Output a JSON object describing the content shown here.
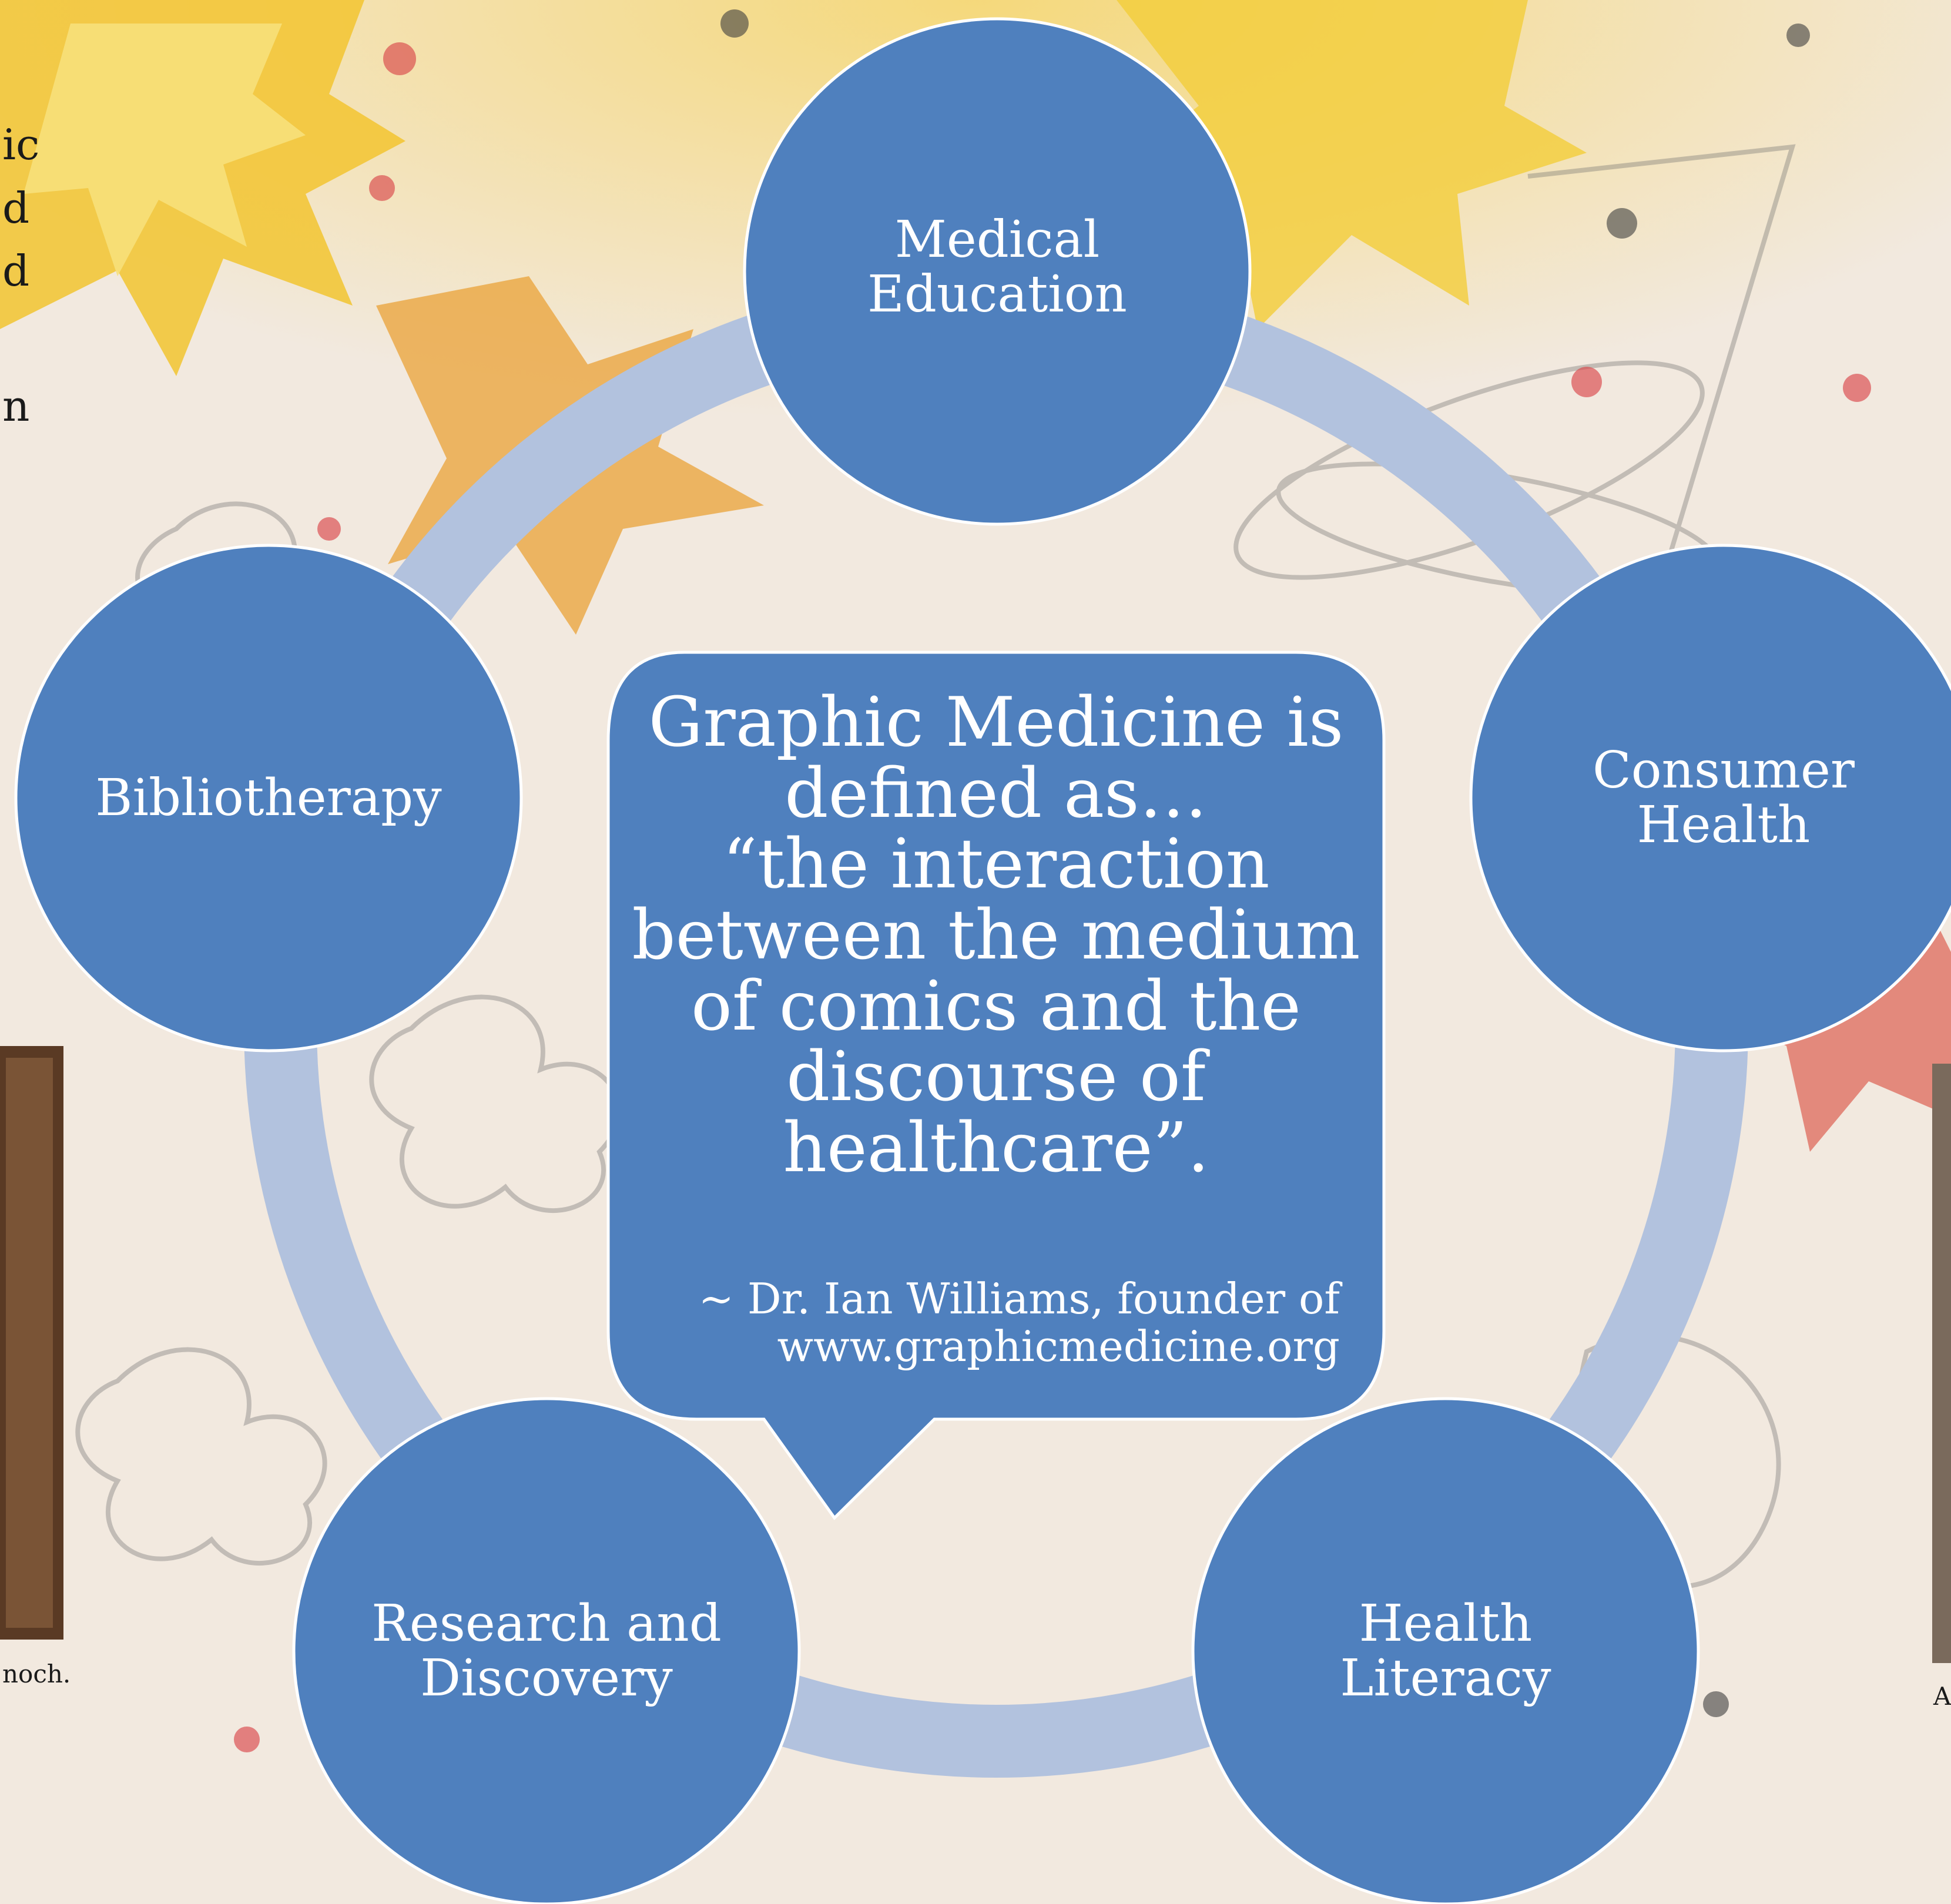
{
  "diagram": {
    "center": {
      "text": "Graphic Medicine is\ndefined as…\n“the interaction\nbetween the medium\nof comics and the\ndiscourse of\nhealthcare”.",
      "attribution": "~ Dr. Ian Williams, founder of\nwww.graphicmedicine.org"
    },
    "nodes": [
      {
        "label": "Medical\nEducation"
      },
      {
        "label": "Consumer\nHealth"
      },
      {
        "label": "Health\nLiteracy"
      },
      {
        "label": "Research and\nDiscovery"
      },
      {
        "label": "Bibliotherapy"
      }
    ],
    "colors": {
      "node_fill": "#4f80be",
      "ring": "#b2c2de",
      "node_border": "#ffffff",
      "text": "#ffffff"
    }
  },
  "background_fragments": {
    "left_text": [
      "ic",
      "d",
      "d",
      "n"
    ],
    "left_caption": "noch.",
    "right_caption": "A"
  }
}
